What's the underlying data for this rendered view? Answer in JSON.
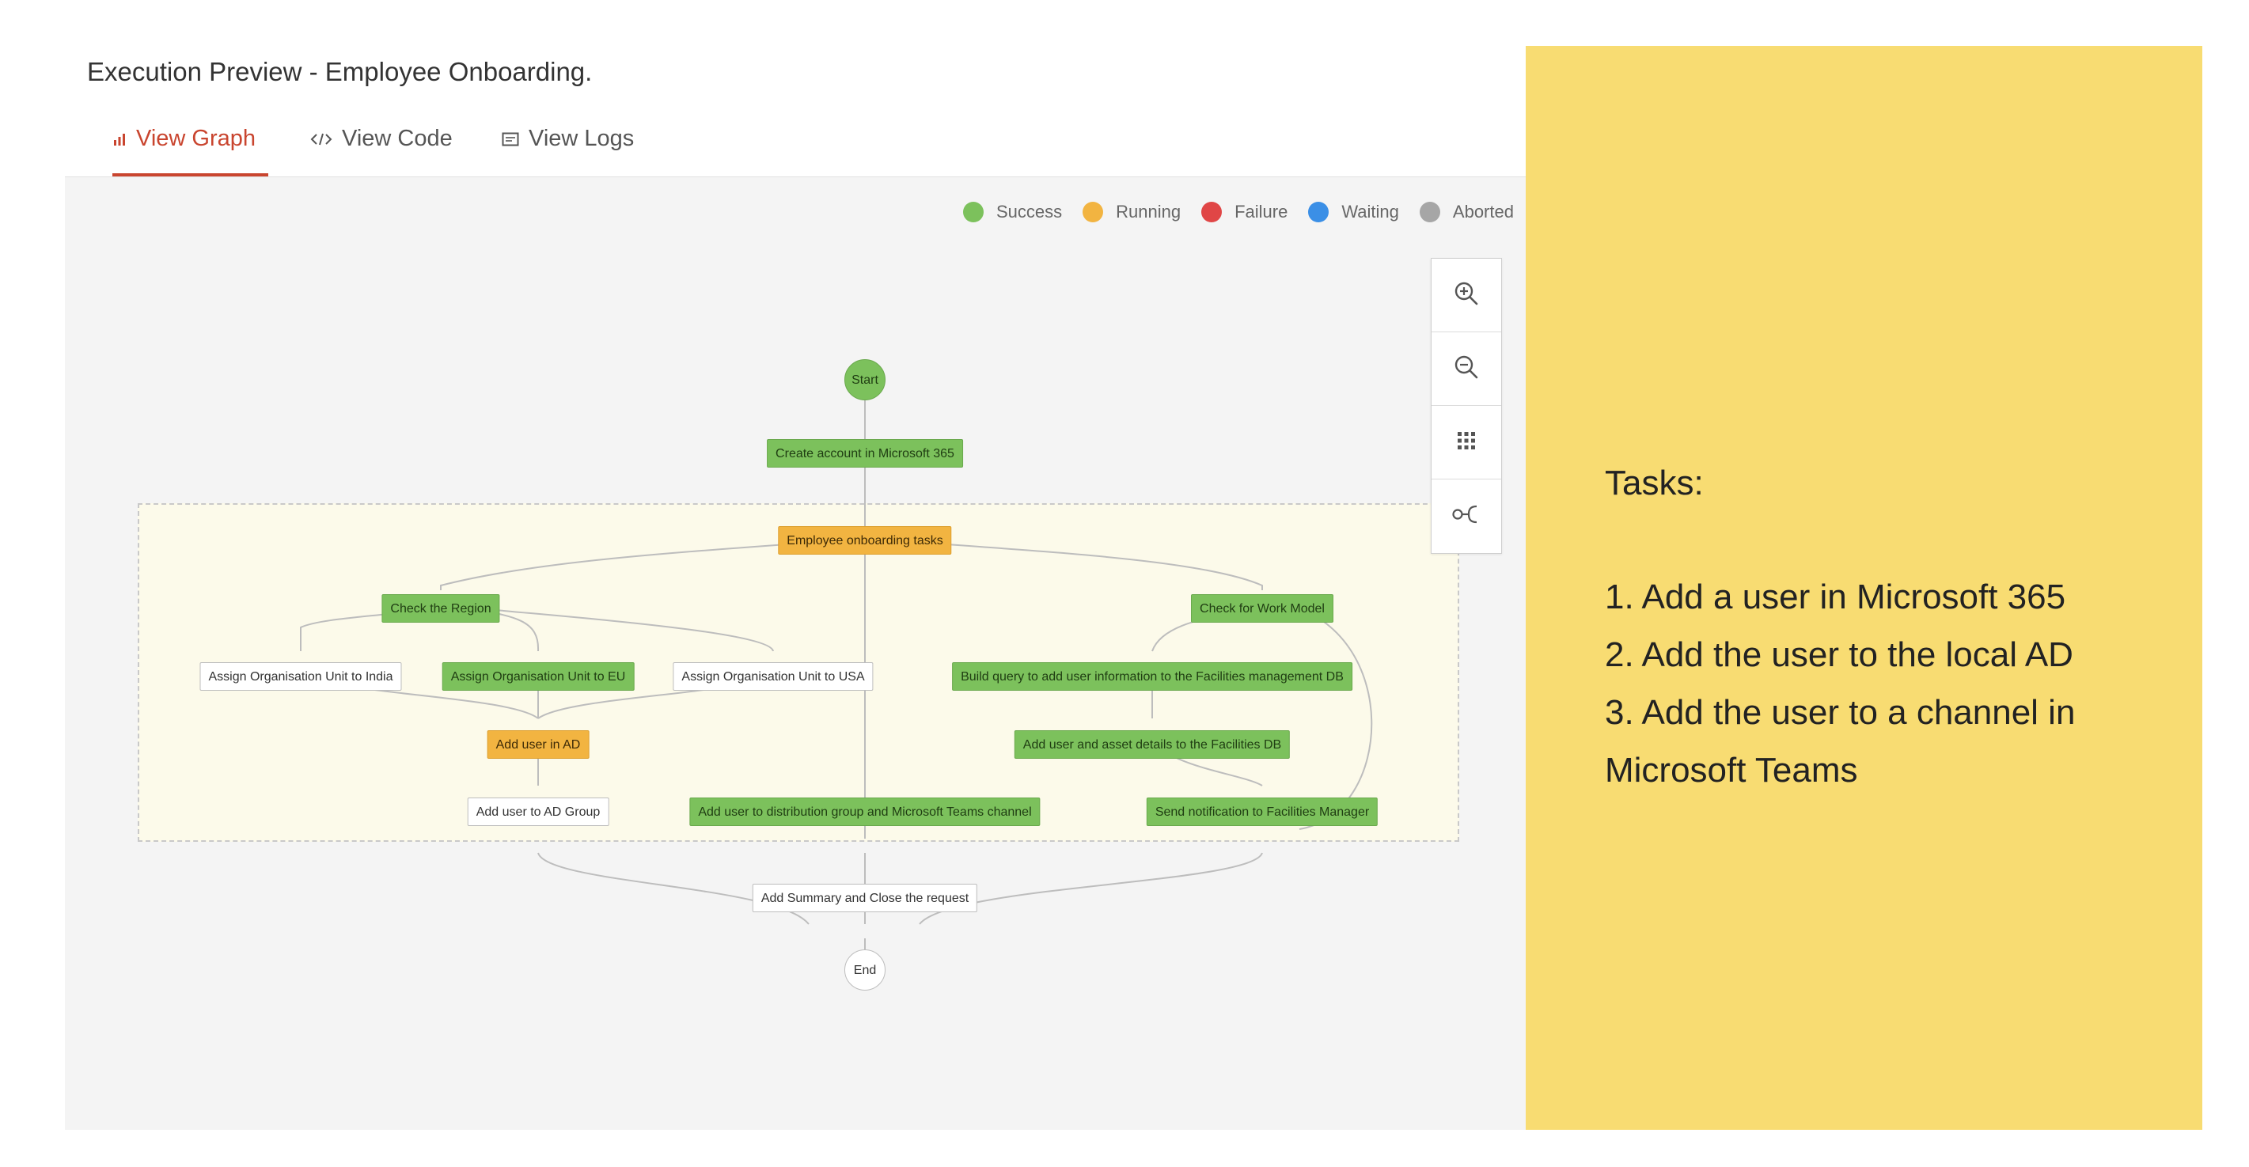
{
  "header": {
    "title": "Execution Preview - Employee Onboarding."
  },
  "tabs": [
    {
      "label": "View Graph",
      "icon": "bar-chart-icon",
      "active": true
    },
    {
      "label": "View Code",
      "icon": "code-icon",
      "active": false
    },
    {
      "label": "View Logs",
      "icon": "logs-icon",
      "active": false
    }
  ],
  "legend": [
    {
      "label": "Success",
      "color": "#7cc15c"
    },
    {
      "label": "Running",
      "color": "#f2b441"
    },
    {
      "label": "Failure",
      "color": "#e04646"
    },
    {
      "label": "Waiting",
      "color": "#3b8fe6"
    },
    {
      "label": "Aborted",
      "color": "#a6a6a6"
    }
  ],
  "zoom_toolbar": [
    "zoom-in-icon",
    "zoom-out-icon",
    "grid-icon",
    "fit-graph-icon"
  ],
  "graph": {
    "nodes": {
      "start": {
        "label": "Start",
        "status": "success"
      },
      "create_account": {
        "label": "Create account in Microsoft 365",
        "status": "success"
      },
      "onboarding_tasks": {
        "label": "Employee onboarding tasks",
        "status": "running"
      },
      "check_region": {
        "label": "Check the Region",
        "status": "success"
      },
      "check_work_model": {
        "label": "Check for Work Model",
        "status": "success"
      },
      "ou_india": {
        "label": "Assign Organisation Unit to India",
        "status": "none"
      },
      "ou_eu": {
        "label": "Assign Organisation Unit to EU",
        "status": "success"
      },
      "ou_usa": {
        "label": "Assign Organisation Unit to USA",
        "status": "none"
      },
      "build_query": {
        "label": "Build query to add user information to the Facilities management DB",
        "status": "success"
      },
      "add_user_ad": {
        "label": "Add user in AD",
        "status": "running"
      },
      "add_asset": {
        "label": "Add user and asset details to the Facilities DB",
        "status": "success"
      },
      "add_ad_group": {
        "label": "Add user to AD Group",
        "status": "none"
      },
      "add_distribution": {
        "label": "Add user to distribution group and Microsoft Teams channel",
        "status": "success"
      },
      "send_notification": {
        "label": "Send notification to Facilities Manager",
        "status": "success"
      },
      "summary": {
        "label": "Add Summary and Close the request",
        "status": "none"
      },
      "end": {
        "label": "End",
        "status": "none"
      }
    },
    "edges": [
      [
        "start",
        "create_account"
      ],
      [
        "create_account",
        "onboarding_tasks"
      ],
      [
        "onboarding_tasks",
        "check_region"
      ],
      [
        "onboarding_tasks",
        "check_work_model"
      ],
      [
        "onboarding_tasks",
        "add_distribution"
      ],
      [
        "check_region",
        "ou_india"
      ],
      [
        "check_region",
        "ou_eu"
      ],
      [
        "check_region",
        "ou_usa"
      ],
      [
        "ou_india",
        "add_user_ad"
      ],
      [
        "ou_eu",
        "add_user_ad"
      ],
      [
        "ou_usa",
        "add_user_ad"
      ],
      [
        "add_user_ad",
        "add_ad_group"
      ],
      [
        "check_work_model",
        "build_query"
      ],
      [
        "check_work_model",
        "send_notification"
      ],
      [
        "build_query",
        "add_asset"
      ],
      [
        "add_asset",
        "send_notification"
      ],
      [
        "add_ad_group",
        "summary"
      ],
      [
        "add_distribution",
        "summary"
      ],
      [
        "send_notification",
        "summary"
      ],
      [
        "summary",
        "end"
      ]
    ]
  },
  "tasks": {
    "heading": "Tasks:",
    "lines": [
      "1. Add a user in Microsoft 365",
      "2. Add the user to the local AD",
      "3. Add the user to a channel in",
      "Microsoft Teams"
    ]
  }
}
